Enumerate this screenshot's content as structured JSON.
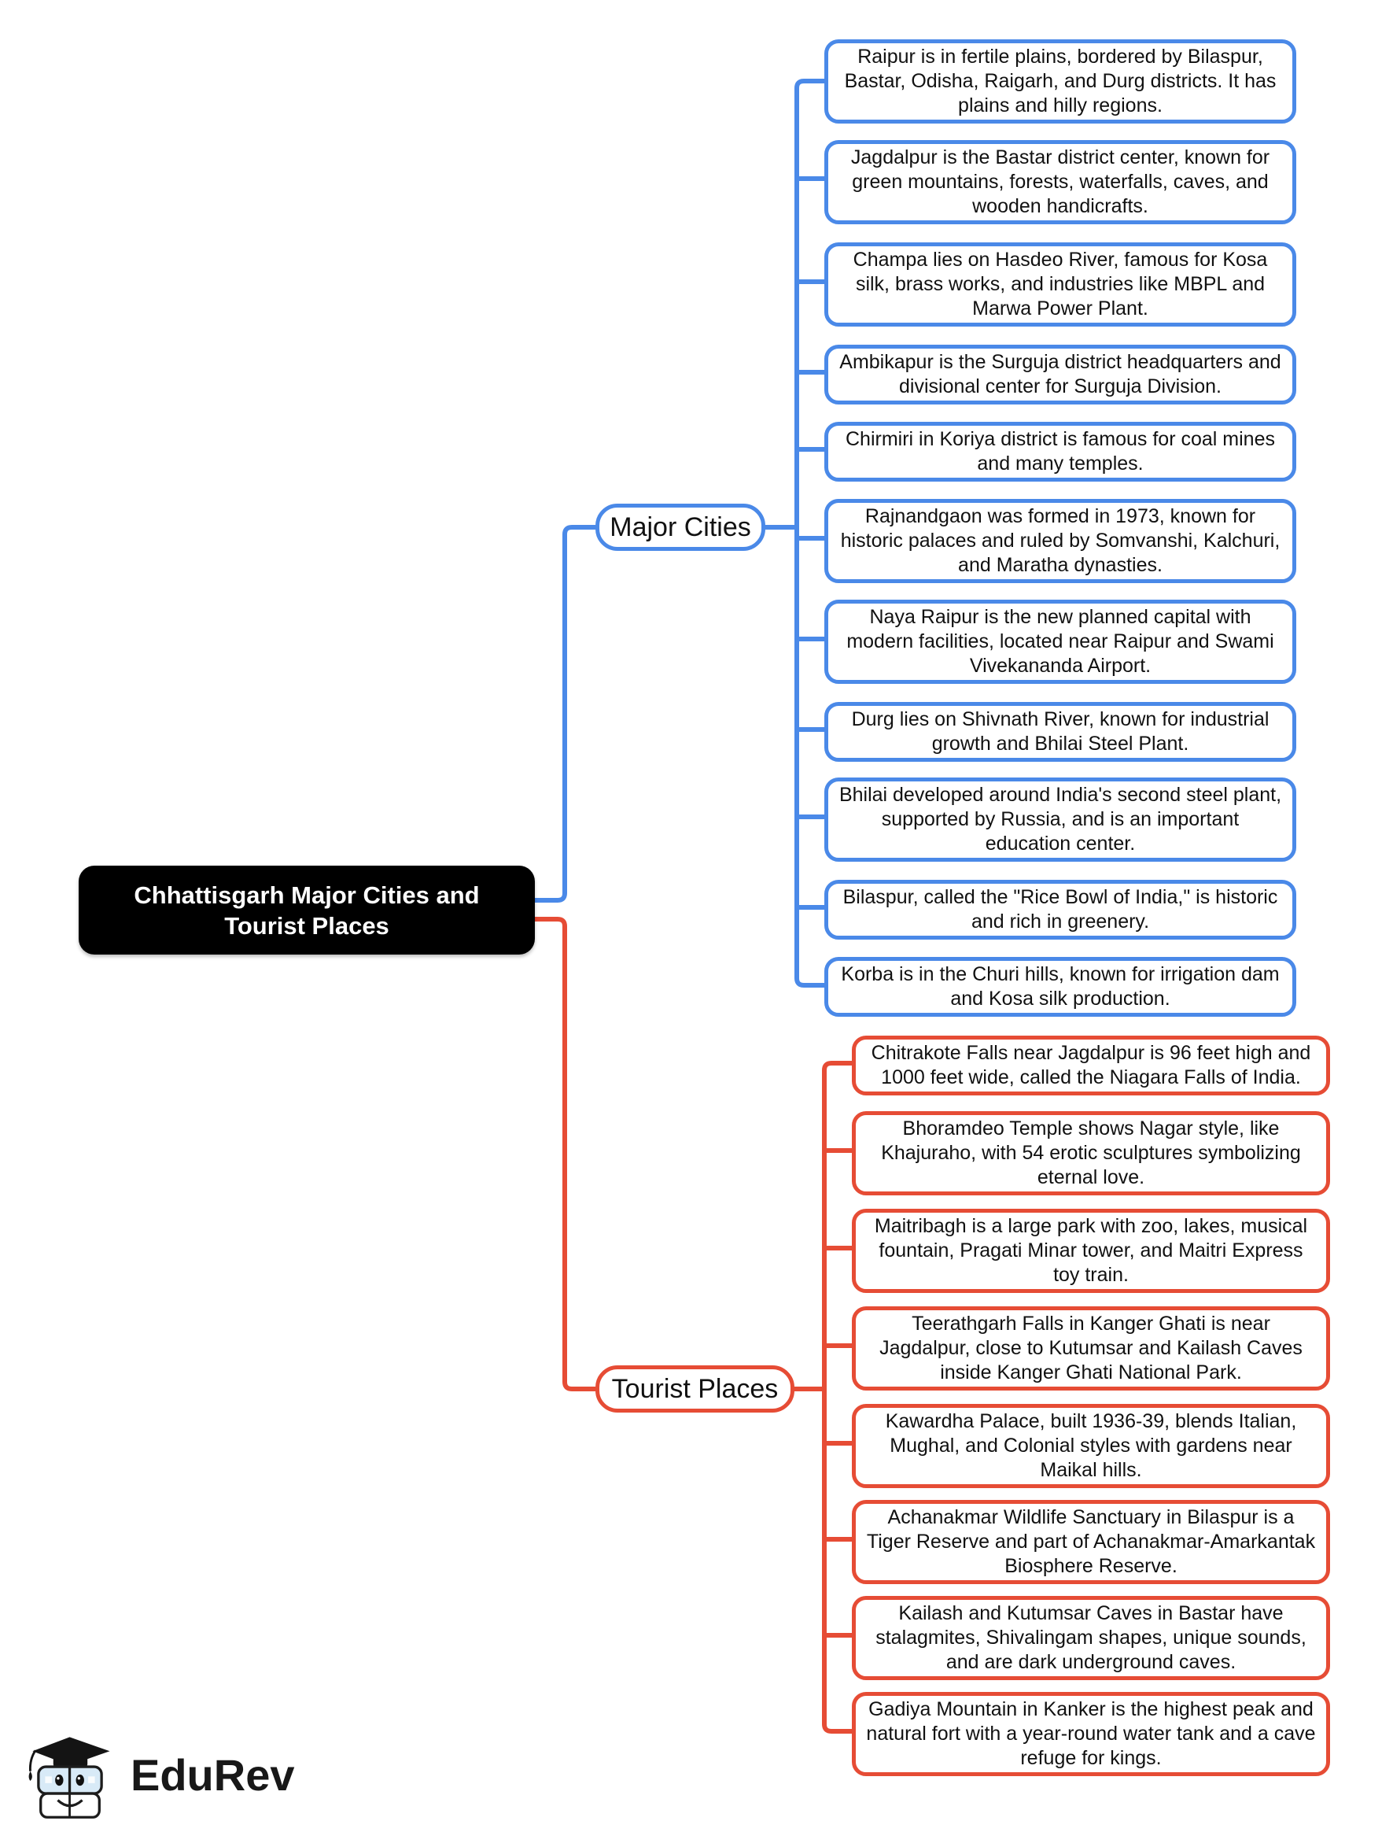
{
  "title": "Chhattisgarh Major Cities and Tourist Places",
  "root": {
    "label": "Chhattisgarh Major Cities and Tourist Places"
  },
  "branches": [
    {
      "label": "Major Cities",
      "color": "#4a89e8",
      "nodes": [
        "Raipur is in fertile plains, bordered by Bilaspur, Bastar, Odisha, Raigarh, and Durg districts. It has plains and hilly regions.",
        "Jagdalpur is the Bastar district center, known for green mountains, forests, waterfalls, caves, and wooden handicrafts.",
        "Champa lies on Hasdeo River, famous for Kosa silk, brass works, and industries like MBPL and Marwa Power Plant.",
        "Ambikapur is the Surguja district headquarters and divisional center for Surguja Division.",
        "Chirmiri in Koriya district is famous for coal mines and many temples.",
        "Rajnandgaon was formed in 1973, known for historic palaces and ruled by Somvanshi, Kalchuri, and Maratha dynasties.",
        "Naya Raipur is the new planned capital with modern facilities, located near Raipur and Swami Vivekananda Airport.",
        "Durg lies on Shivnath River, known for industrial growth and Bhilai Steel Plant.",
        "Bhilai developed around India's second steel plant, supported by Russia, and is an important education center.",
        "Bilaspur, called the \"Rice Bowl of India,\" is historic and rich in greenery.",
        "Korba is in the Churi hills, known for irrigation dam and Kosa silk production."
      ]
    },
    {
      "label": "Tourist Places",
      "color": "#e64c35",
      "nodes": [
        "Chitrakote Falls near Jagdalpur is 96 feet high and 1000 feet wide, called the Niagara Falls of India.",
        "Bhoramdeo Temple shows Nagar style, like Khajuraho, with 54 erotic sculptures symbolizing eternal love.",
        "Maitribagh is a large park with zoo, lakes, musical fountain, Pragati Minar tower, and Maitri Express toy train.",
        "Teerathgarh Falls in Kanger Ghati is near Jagdalpur, close to Kutumsar and Kailash Caves inside Kanger Ghati National Park.",
        "Kawardha Palace, built 1936-39, blends Italian, Mughal, and Colonial styles with gardens near Maikal hills.",
        "Achanakmar Wildlife Sanctuary in Bilaspur is a Tiger Reserve and part of Achanakmar-Amarkantak Biosphere Reserve.",
        "Kailash and Kutumsar Caves in Bastar have stalagmites, Shivalingam shapes, unique sounds, and are dark underground caves.",
        "Gadiya Mountain in Kanker is the highest peak and natural fort with a year-round water tank and a cave refuge for kings."
      ]
    }
  ],
  "logo": {
    "brand": "EduRev"
  },
  "colors": {
    "major_cities_accent": "#4a89e8",
    "tourist_places_accent": "#e64c35",
    "root_bg": "#000000",
    "root_text": "#ffffff"
  }
}
